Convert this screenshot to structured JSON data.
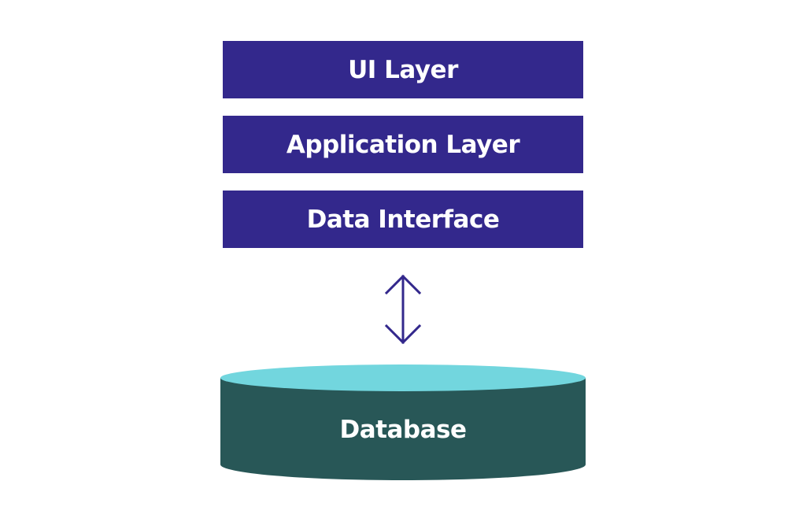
{
  "layers": [
    {
      "label": "UI Layer"
    },
    {
      "label": "Application Layer"
    },
    {
      "label": "Data Interface"
    }
  ],
  "database": {
    "label": "Database"
  },
  "colors": {
    "layer_fill": "#33288c",
    "arrow": "#33288c",
    "db_top": "#72d6de",
    "db_body": "#285757",
    "text": "#ffffff"
  }
}
